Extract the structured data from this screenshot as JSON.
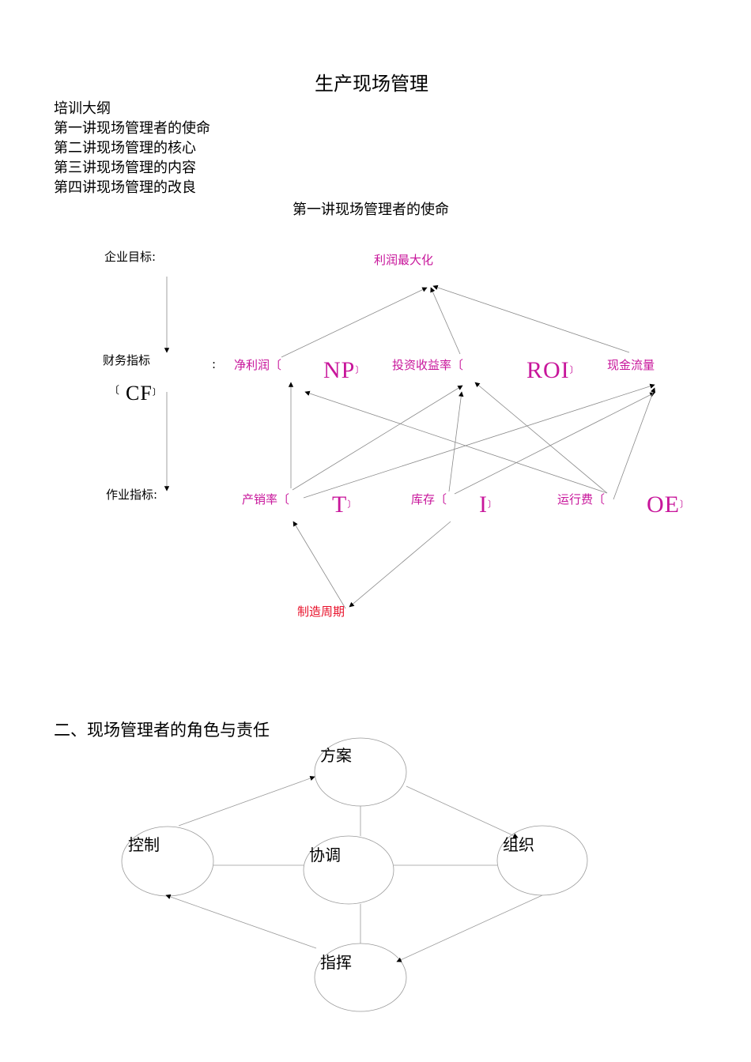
{
  "doc": {
    "title": "生产现场管理",
    "outline": [
      "培训大纲",
      "第一讲现场管理者的使命",
      "第二讲现场管理的核心",
      "第三讲现场管理的内容",
      "第四讲现场管理的改良"
    ],
    "section1_title": "第一讲现场管理者的使命",
    "section2_title": "二、现场管理者的角色与责任"
  },
  "diagram1": {
    "level_goal": "企业目标:",
    "level_finance": "财务指标",
    "level_finance_colon": ":",
    "level_operation": "作业指标:",
    "cf_bracket": "〔",
    "cf": "CF",
    "cf_close": "〕",
    "profit_max": "利润最大化",
    "net_profit": "净利润〔",
    "np": "NP",
    "np_close": "〕",
    "roi_label": "投资收益率〔",
    "roi": "ROI",
    "roi_close": "〕",
    "cash_flow": "现金流量",
    "throughput": "产销率〔",
    "t": "T",
    "t_close": "〕",
    "inventory": "库存〔",
    "i": "I",
    "i_close": "〕",
    "opex": "运行费〔",
    "oe": "OE",
    "oe_close": "〕",
    "cycle": "制造周期",
    "colors": {
      "magenta": "#c8169b",
      "red": "#e8102a"
    }
  },
  "diagram2": {
    "plan": "方案",
    "control": "控制",
    "coordinate": "协调",
    "organize": "组织",
    "command": "指挥"
  }
}
